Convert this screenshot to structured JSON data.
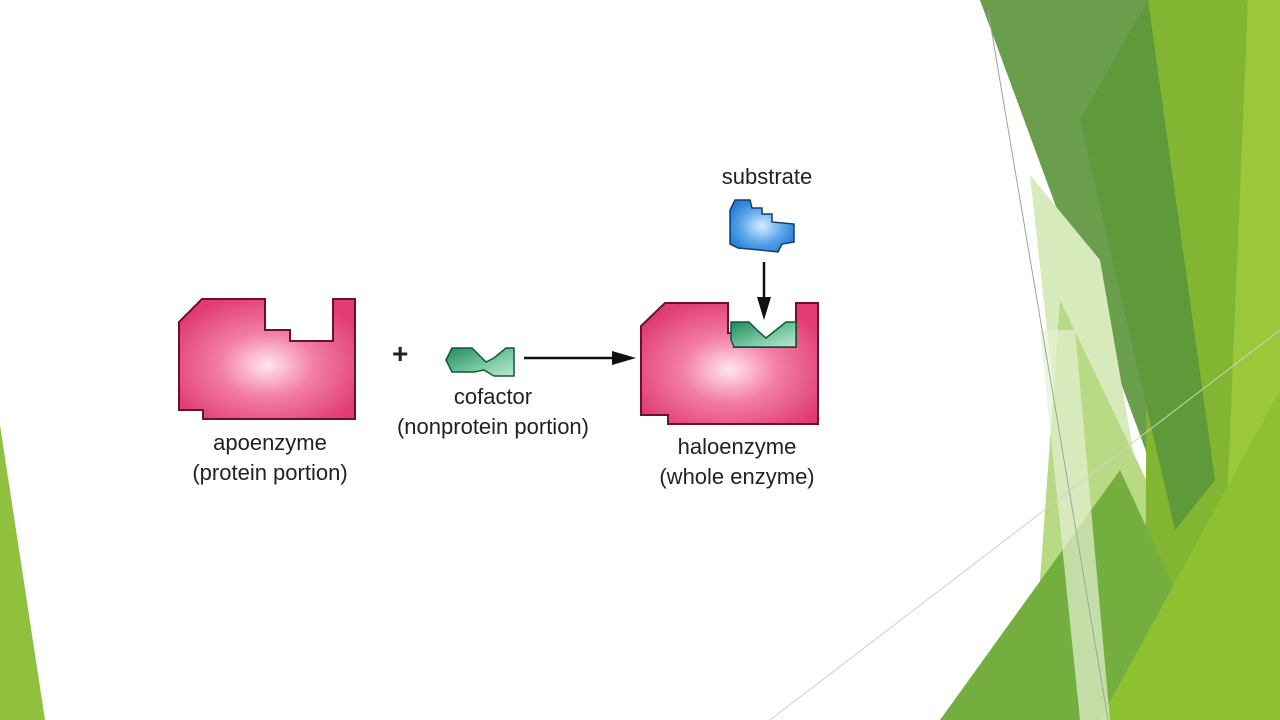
{
  "slide": {
    "theme_colors": {
      "green_dark": "#5E9A3A",
      "green_mid": "#7DB82D",
      "green_light": "#A9CF54",
      "green_pale": "#D3E9B0",
      "enzyme_pink": "#E8437A",
      "cofactor_green": "#2E9E6B",
      "substrate_blue": "#2E86D8"
    }
  },
  "diagram": {
    "apoenzyme": {
      "name": "apoenzyme",
      "desc": "(protein portion)"
    },
    "plus_sign": "+",
    "cofactor": {
      "name": "cofactor",
      "desc": "(nonprotein portion)"
    },
    "holoenzyme": {
      "name": "haloenzyme",
      "desc": "(whole enzyme)"
    },
    "substrate": {
      "name": "substrate"
    }
  }
}
